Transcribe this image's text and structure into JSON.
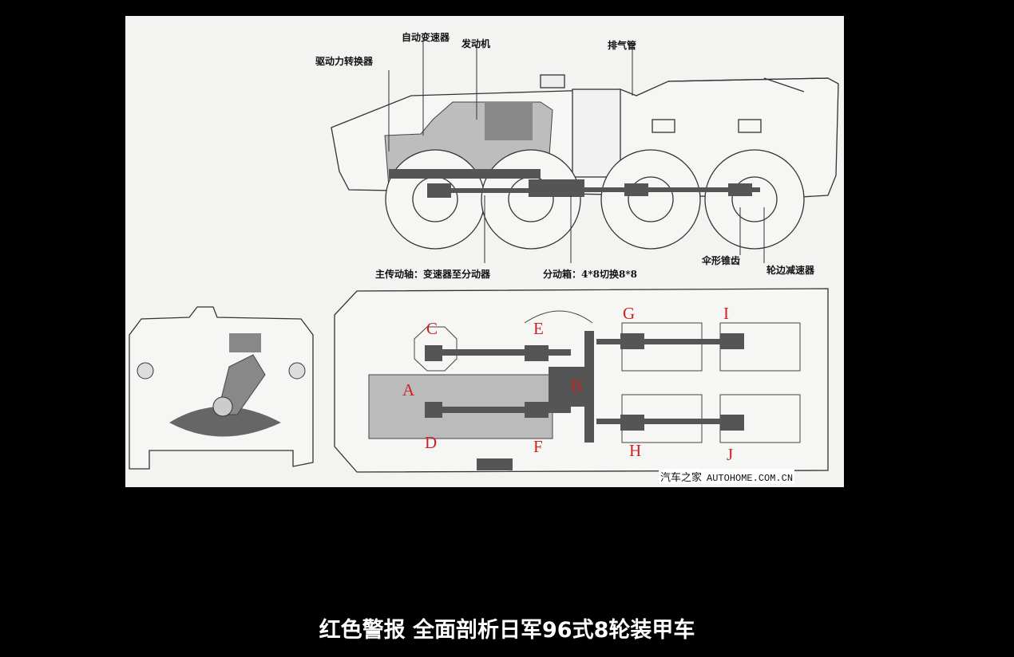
{
  "diagram": {
    "side_labels": {
      "drive_converter": "驱动力转换器",
      "auto_transmission": "自动变速器",
      "engine": "发动机",
      "exhaust": "排气管",
      "main_shaft": "主传动轴：变速器至分动器",
      "transfer_case": "分动箱：4*8切换8*8",
      "bevel_gear": "伞形锥齿",
      "hub_reducer": "轮边减速器"
    },
    "top_letters": [
      "A",
      "B",
      "C",
      "D",
      "E",
      "F",
      "G",
      "H",
      "I",
      "J"
    ],
    "watermark": {
      "cn": "汽车之家",
      "en": "AUTOHOME.COM.CN"
    }
  },
  "subtitle": "红色警报 全面剖析日军96式8轮装甲车"
}
